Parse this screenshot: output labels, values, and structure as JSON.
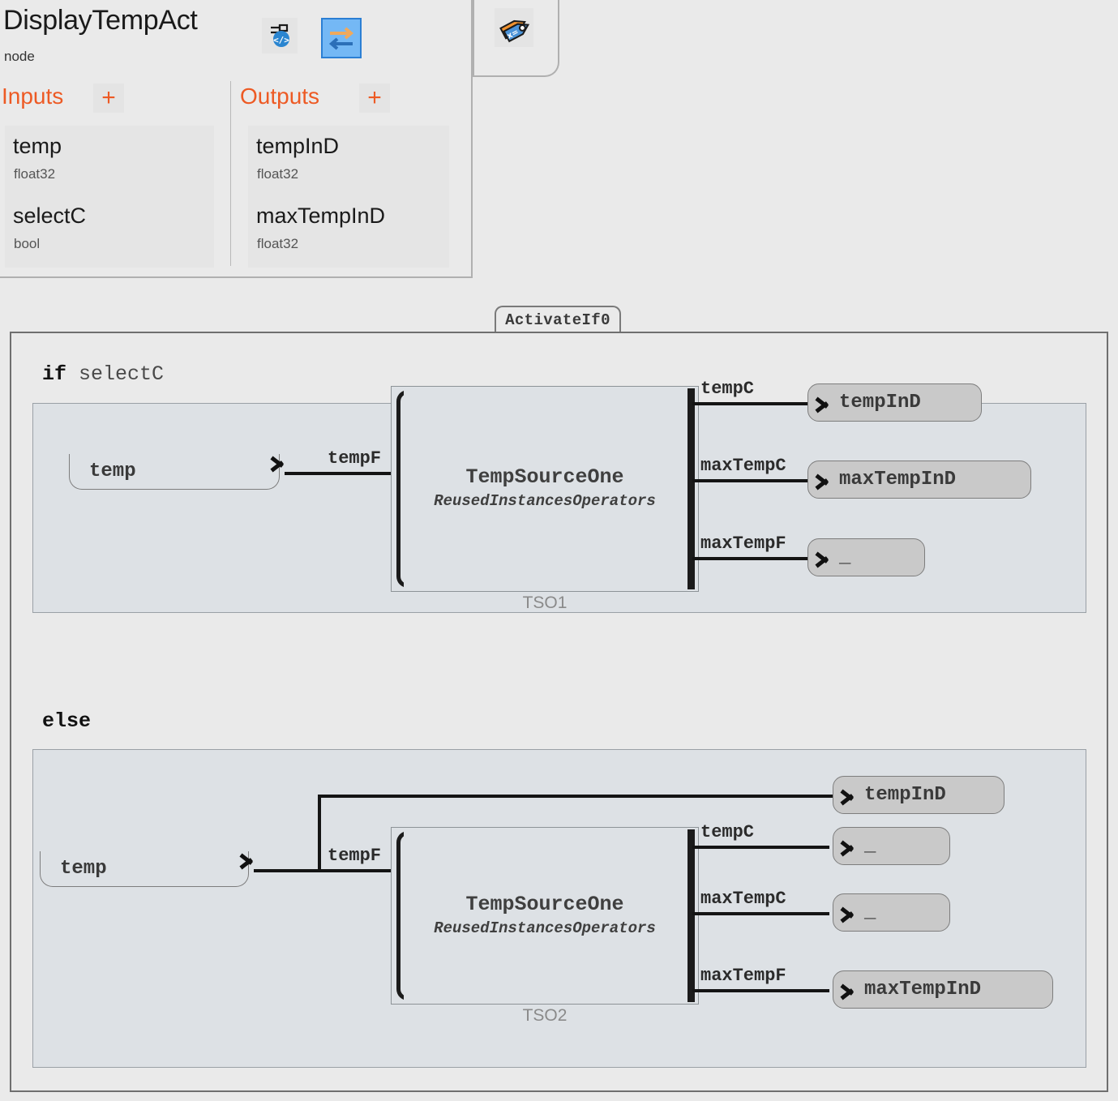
{
  "header": {
    "title": "DisplayTempAct",
    "kind": "node",
    "icons": [
      {
        "name": "code-node-icon",
        "glyph": "</>"
      },
      {
        "name": "swap-io-icon",
        "glyph": "⇄"
      },
      {
        "name": "tag-icon",
        "glyph": "🏷"
      }
    ],
    "inputs_label": "Inputs",
    "outputs_label": "Outputs",
    "add_label": "+",
    "inputs": [
      {
        "name": "temp",
        "type": "float32"
      },
      {
        "name": "selectC",
        "type": "bool"
      }
    ],
    "outputs": [
      {
        "name": "tempInD",
        "type": "float32"
      },
      {
        "name": "maxTempInD",
        "type": "float32"
      }
    ]
  },
  "diagram": {
    "tab_label": "ActivateIf0",
    "branches": [
      {
        "keyword": "if",
        "condition": "selectC",
        "input_terminal": "temp",
        "input_pin": "tempF",
        "operator": {
          "name": "TempSourceOne",
          "package": "ReusedInstancesOperators",
          "instance": "TSO1"
        },
        "outputs": [
          {
            "pin": "tempC",
            "terminal": "tempInD"
          },
          {
            "pin": "maxTempC",
            "terminal": "maxTempInD"
          },
          {
            "pin": "maxTempF",
            "terminal": "_"
          }
        ]
      },
      {
        "keyword": "else",
        "condition": "",
        "input_terminal": "temp",
        "input_pin": "tempF",
        "passthrough_terminal": "tempInD",
        "operator": {
          "name": "TempSourceOne",
          "package": "ReusedInstancesOperators",
          "instance": "TSO2"
        },
        "outputs": [
          {
            "pin": "tempC",
            "terminal": "_"
          },
          {
            "pin": "maxTempC",
            "terminal": "_"
          },
          {
            "pin": "maxTempF",
            "terminal": "maxTempInD"
          }
        ]
      }
    ]
  },
  "colors": {
    "accent_orange": "#ed5a24",
    "canvas": "#eaeaea",
    "branch_body": "#dde1e5",
    "terminal_fill": "#c9c9c9",
    "wire": "#141414",
    "selected_icon_bg": "#74b8f5"
  }
}
